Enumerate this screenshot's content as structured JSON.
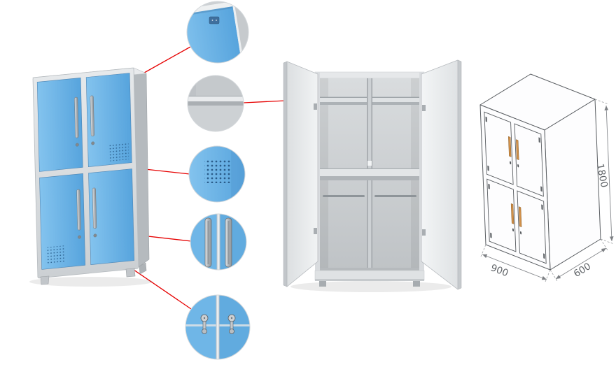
{
  "page": {
    "title": "Steel wardrobe locker product detail sheet",
    "background_color": "#ffffff"
  },
  "colors": {
    "door_blue": "#63aee3",
    "frame_gray": "#d9dcdf",
    "side_gray": "#b5babe",
    "interior_gray": "#ccd0d3",
    "metal_silver": "#c3c7cb",
    "callout_line_red": "#e60000",
    "sketch_line": "#595d61",
    "sketch_handle_wood": "#d2914a",
    "dimension_text": "#5f6367"
  },
  "views": {
    "closed_cabinet": {
      "description": "four-door steel locker with blue doors, closed"
    },
    "open_cabinet": {
      "description": "locker with both doors open showing shelf, divider and hanging rods"
    },
    "dimension_sketch": {
      "height_label": "1800",
      "width_label": "900",
      "depth_label": "600"
    }
  },
  "callouts": [
    {
      "name": "top-corner-hinge-detail"
    },
    {
      "name": "interior-shelf-detail"
    },
    {
      "name": "ventilation-holes-detail"
    },
    {
      "name": "door-edge-stiffener-detail"
    },
    {
      "name": "cam-latch-detail"
    }
  ]
}
